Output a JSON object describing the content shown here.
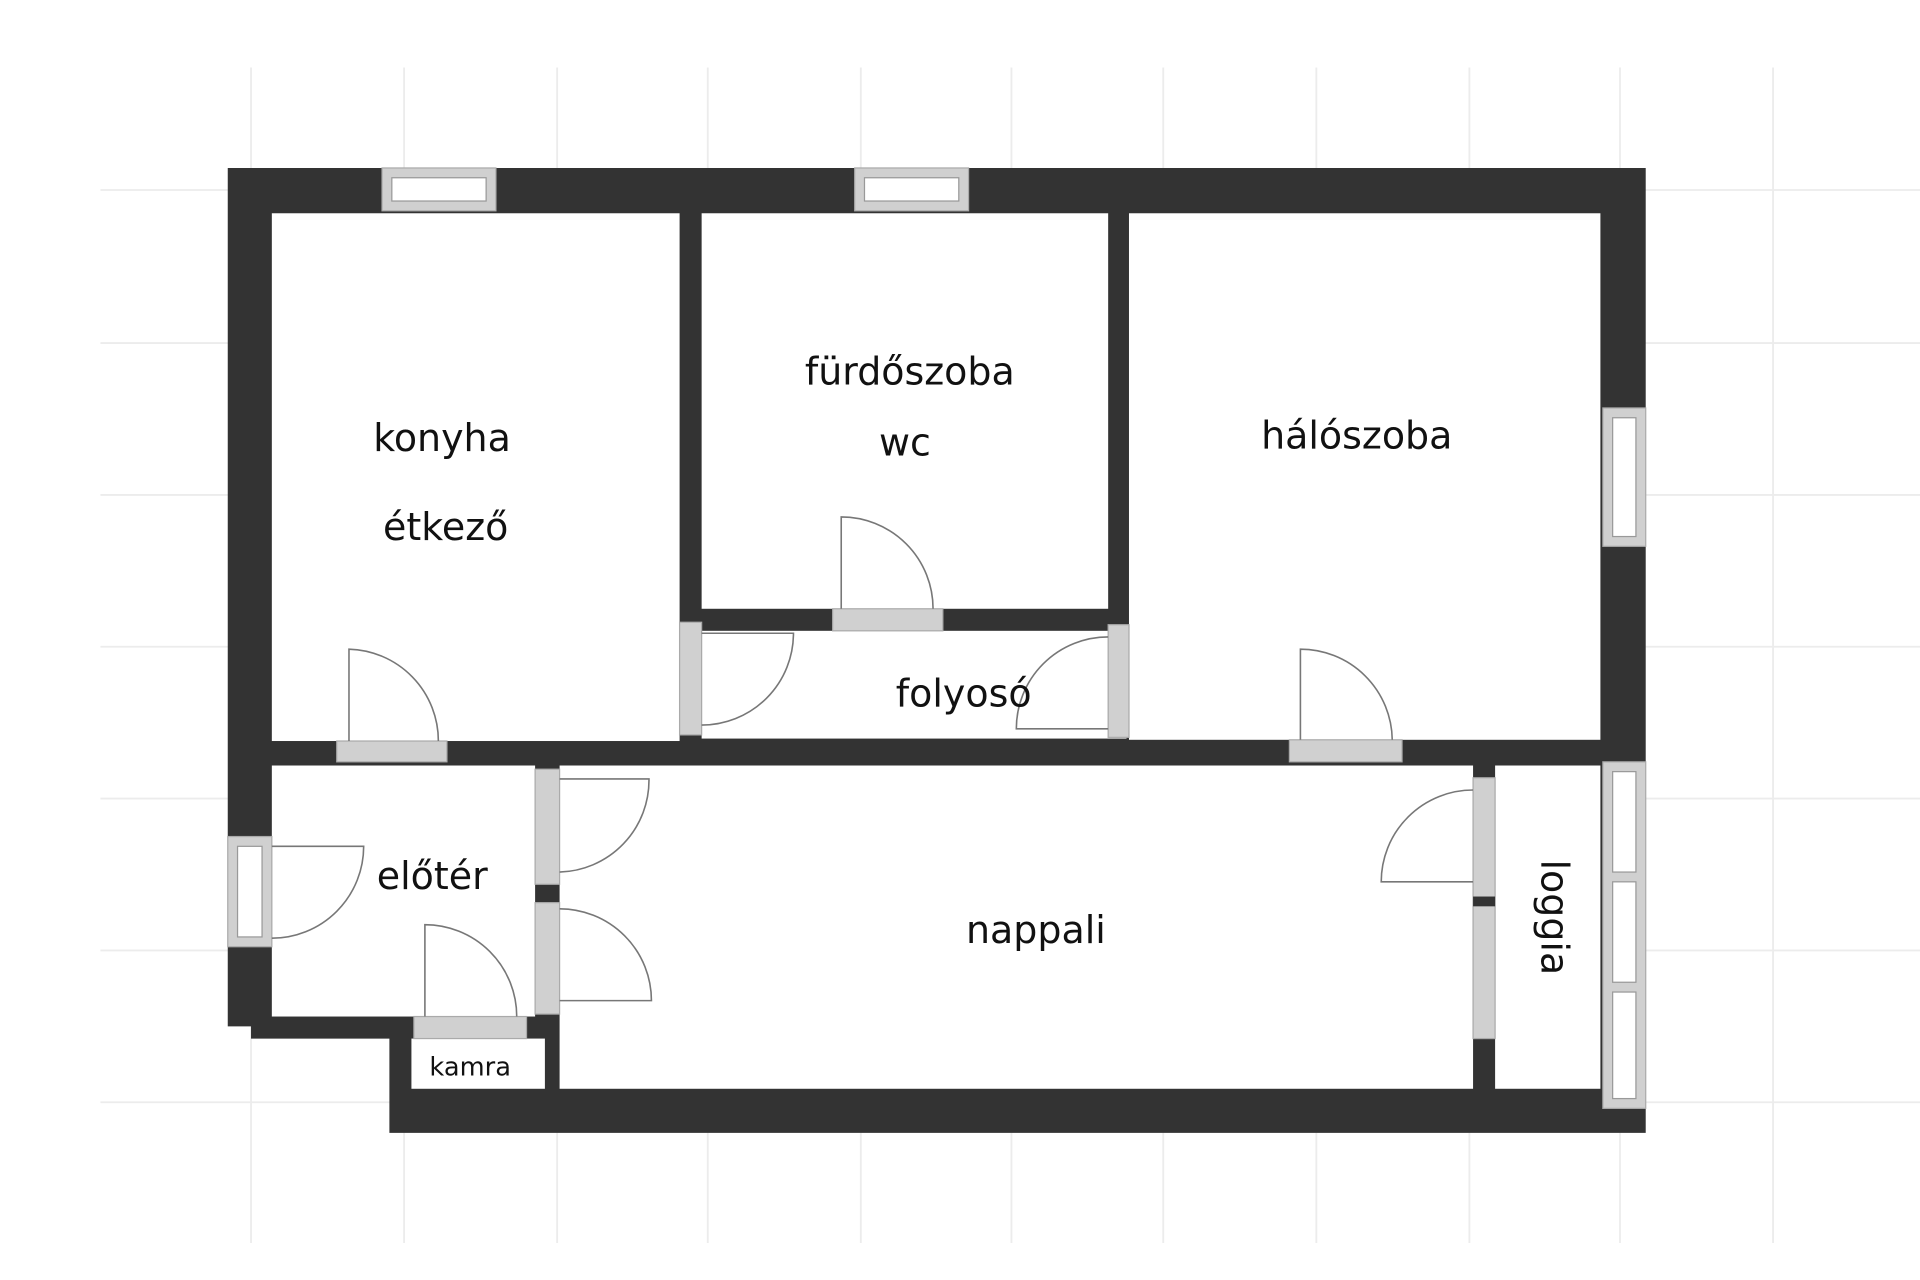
{
  "plan": {
    "rooms": {
      "konyha": "konyha",
      "etkezo": "étkező",
      "furdoszoba": "fürdőszoba",
      "wc": "wc",
      "haloszoba": "hálószoba",
      "folyoso": "folyosó",
      "eloter": "előtér",
      "nappali": "nappali",
      "loggia": "loggia",
      "kamra": "kamra"
    },
    "colors": {
      "wall": "#333333",
      "window": "#d0d0d0",
      "grid": "#ececec"
    }
  }
}
